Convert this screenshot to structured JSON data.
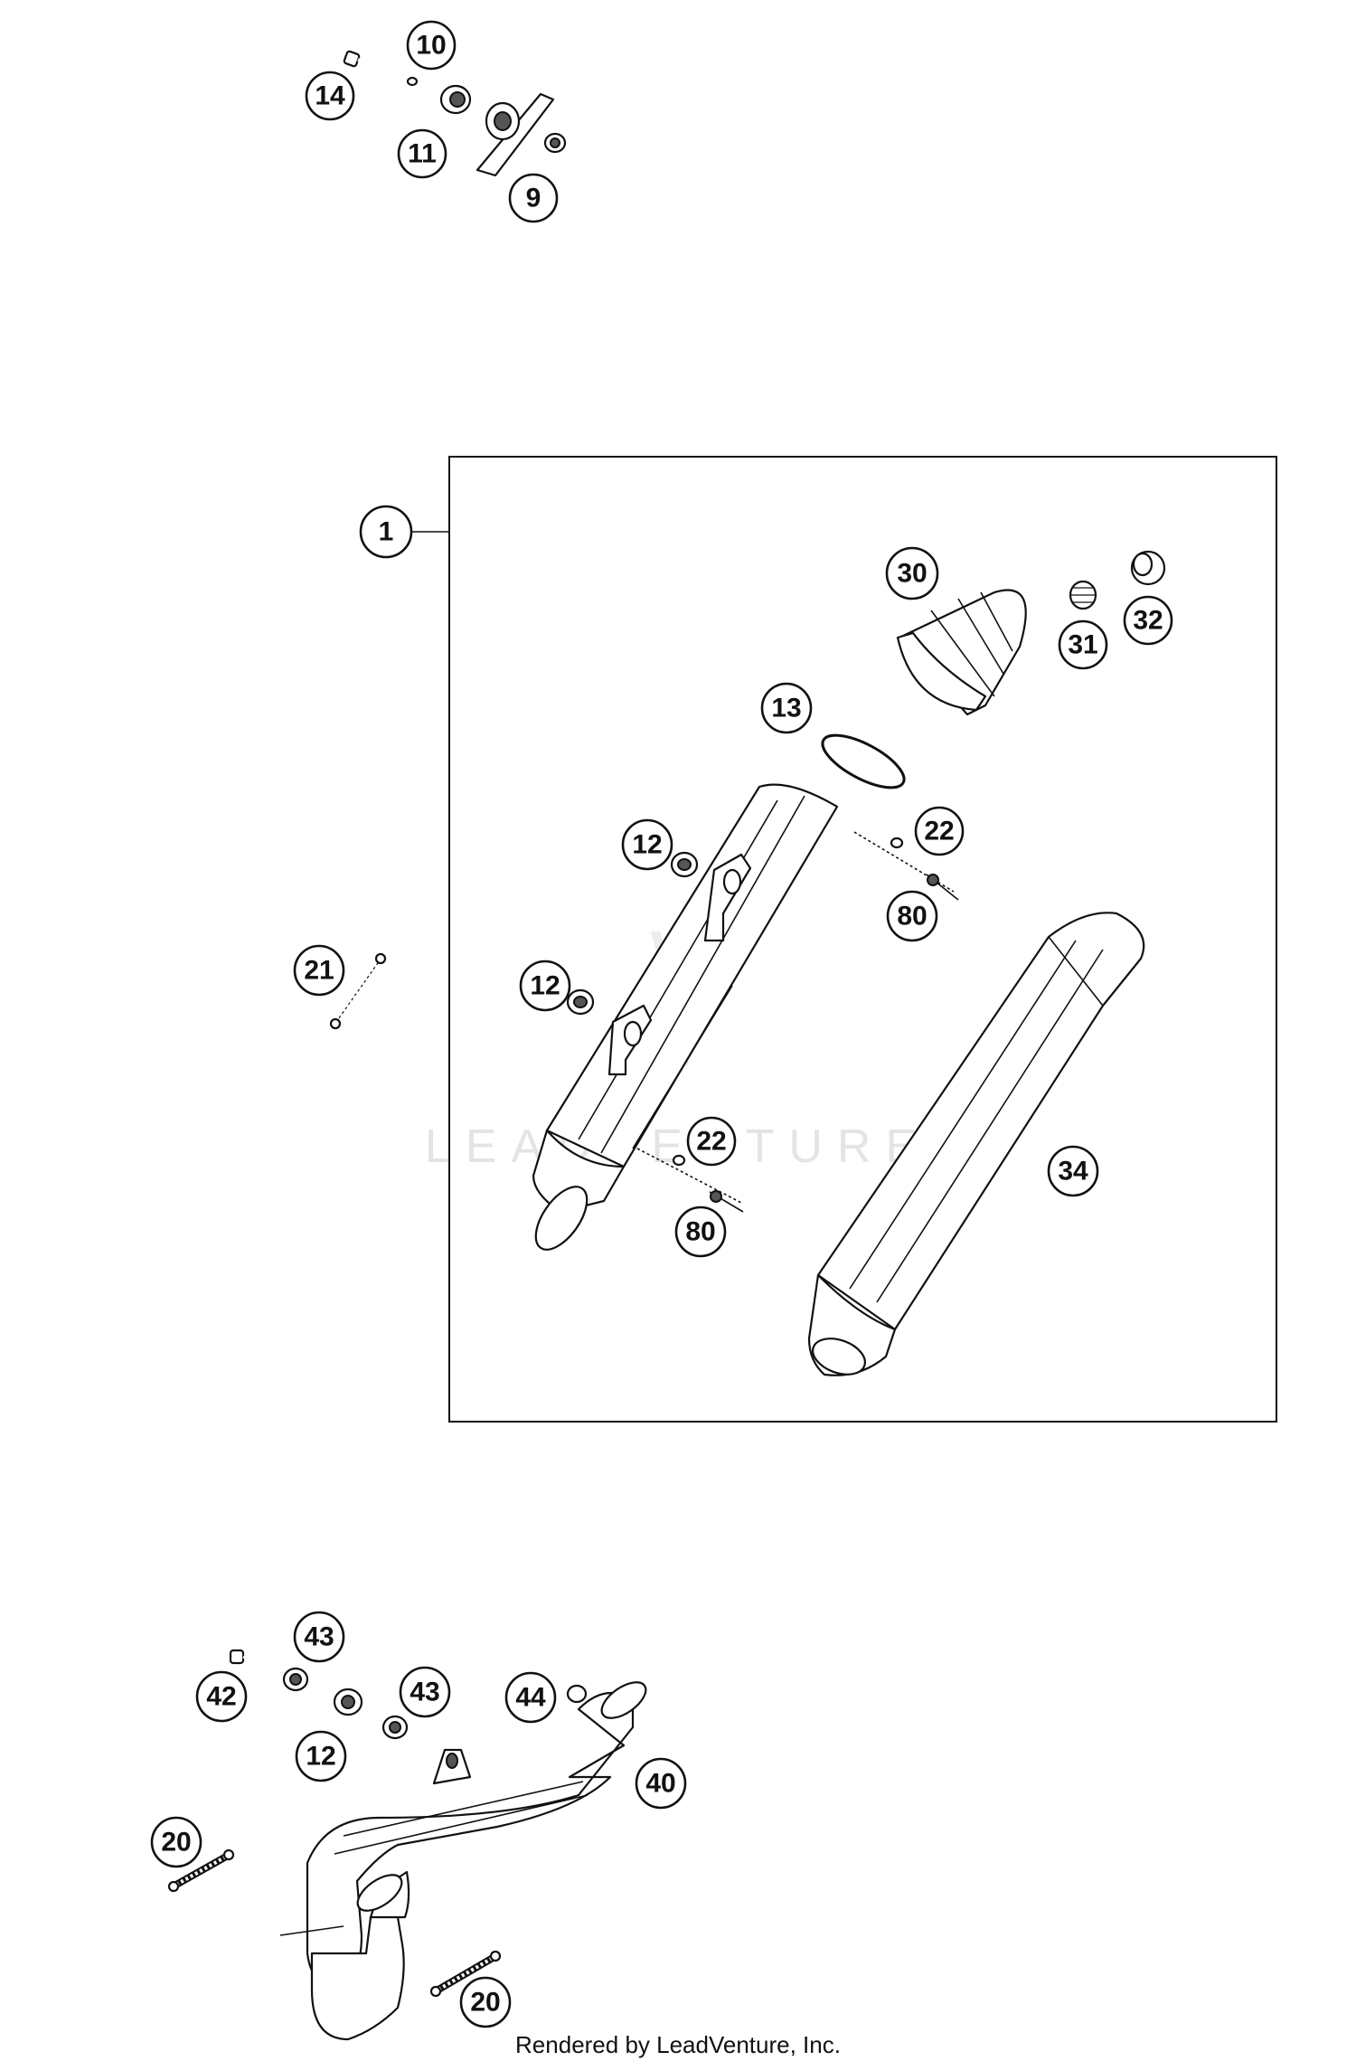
{
  "diagram": {
    "callouts": [
      {
        "id": "c10",
        "label": "10"
      },
      {
        "id": "c14",
        "label": "14"
      },
      {
        "id": "c11",
        "label": "11"
      },
      {
        "id": "c9",
        "label": "9"
      },
      {
        "id": "c1",
        "label": "1"
      },
      {
        "id": "c30",
        "label": "30"
      },
      {
        "id": "c31",
        "label": "31"
      },
      {
        "id": "c32",
        "label": "32"
      },
      {
        "id": "c13",
        "label": "13"
      },
      {
        "id": "c12a",
        "label": "12"
      },
      {
        "id": "c22a",
        "label": "22"
      },
      {
        "id": "c80a",
        "label": "80"
      },
      {
        "id": "c21",
        "label": "21"
      },
      {
        "id": "c12b",
        "label": "12"
      },
      {
        "id": "c22b",
        "label": "22"
      },
      {
        "id": "c80b",
        "label": "80"
      },
      {
        "id": "c34",
        "label": "34"
      },
      {
        "id": "c43a",
        "label": "43"
      },
      {
        "id": "c42",
        "label": "42"
      },
      {
        "id": "c43b",
        "label": "43"
      },
      {
        "id": "c44",
        "label": "44"
      },
      {
        "id": "c12c",
        "label": "12"
      },
      {
        "id": "c40",
        "label": "40"
      },
      {
        "id": "c20a",
        "label": "20"
      },
      {
        "id": "c20b",
        "label": "20"
      }
    ],
    "watermark": "LEADVENTURE",
    "footer": "Rendered by LeadVenture, Inc."
  }
}
